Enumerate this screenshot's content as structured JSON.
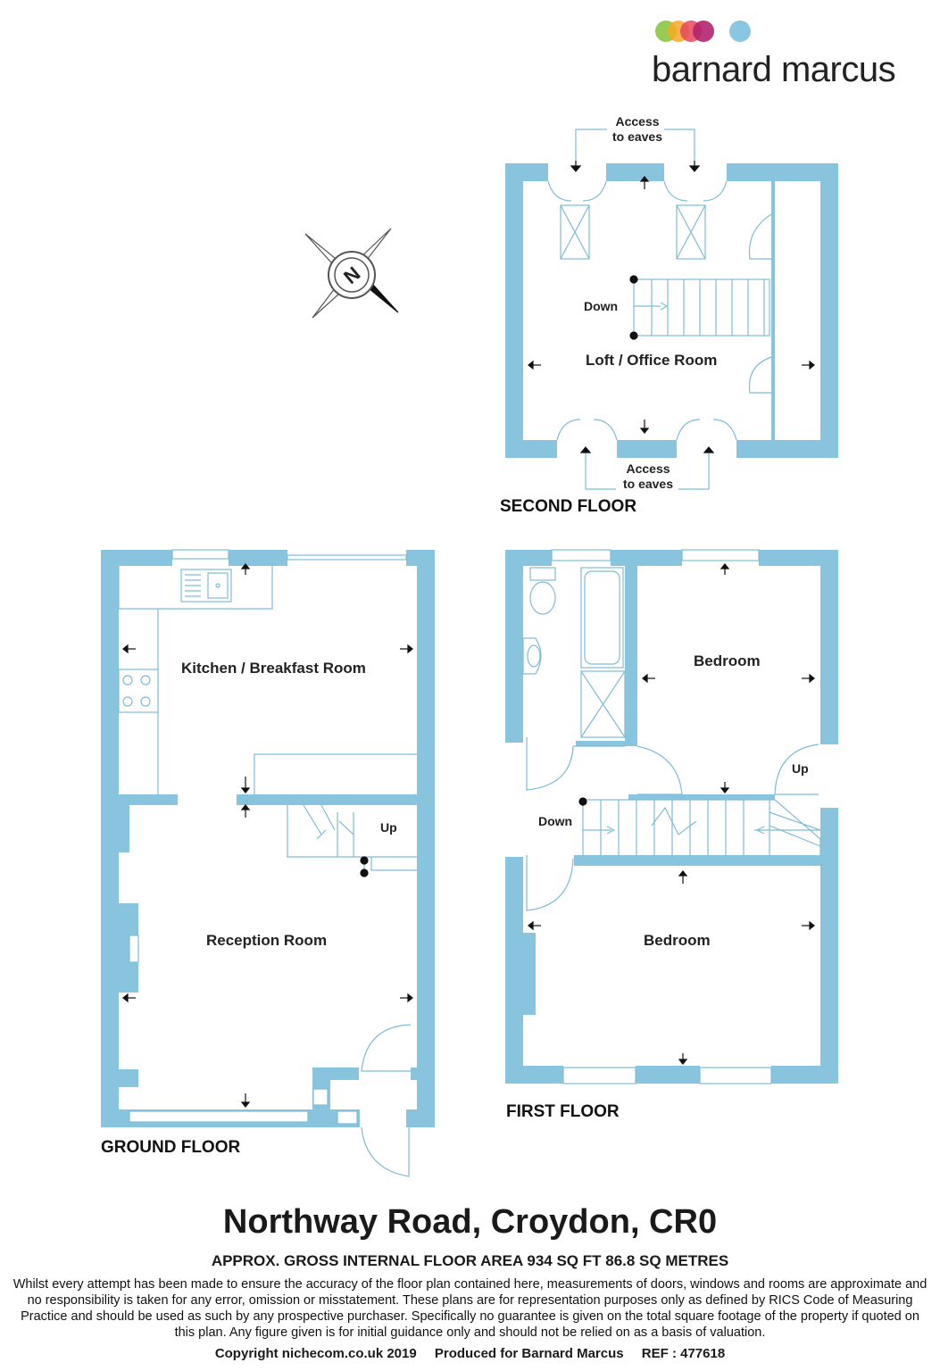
{
  "brand": {
    "name": "barnard marcus",
    "dot_colors": [
      "#8cc63f",
      "#f7a823",
      "#e8465a",
      "#b3246f",
      "#8ac6df"
    ]
  },
  "colors": {
    "wall": "#89c4de",
    "fixture": "#7fbcd6",
    "arrow": "#111111"
  },
  "compass": {
    "letter": "N"
  },
  "floors": {
    "second": {
      "label": "SECOND FLOOR",
      "rooms": {
        "loft": "Loft / Office Room"
      },
      "notes": {
        "access_top": "Access\nto eaves",
        "access_bottom": "Access\nto eaves",
        "down": "Down"
      }
    },
    "ground": {
      "label": "GROUND FLOOR",
      "rooms": {
        "kitchen": "Kitchen / Breakfast Room",
        "reception": "Reception Room"
      },
      "notes": {
        "up": "Up"
      }
    },
    "first": {
      "label": "FIRST FLOOR",
      "rooms": {
        "bedroom_top": "Bedroom",
        "bedroom_bottom": "Bedroom"
      },
      "notes": {
        "up": "Up",
        "down": "Down"
      }
    }
  },
  "title": "Northway Road, Croydon, CR0",
  "area": "APPROX. GROSS INTERNAL FLOOR AREA 934 SQ FT 86.8 SQ METRES",
  "disclaimer": "Whilst every attempt has been made to ensure the accuracy of the floor plan contained here, measurements of doors, windows and rooms are approximate and no responsibility is taken for any error, omission or misstatement. These plans are for representation purposes only as defined by RICS Code of Measuring Practice and should be used as such by any prospective purchaser.  Specifically no guarantee is given on the total square footage of the property if quoted on this plan. Any figure given is for initial guidance only and should not be relied on as a basis of valuation.",
  "footer": {
    "copyright": "Copyright nichecom.co.uk 2019",
    "produced": "Produced for Barnard Marcus",
    "ref": "REF : 477618"
  }
}
